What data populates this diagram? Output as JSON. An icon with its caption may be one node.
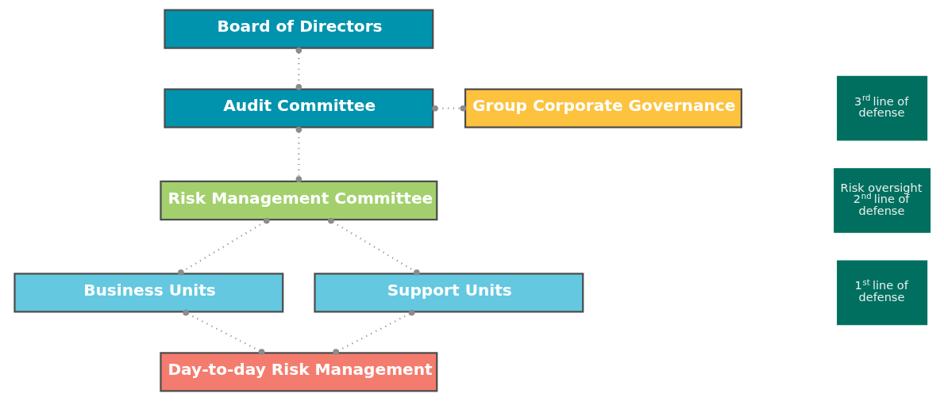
{
  "diagram": {
    "nodes": [
      {
        "text": [
          "Board of Directors"
        ]
      },
      {
        "text": [
          "Audit Committee"
        ]
      },
      {
        "text": [
          "Group Corporate Governance"
        ]
      },
      {
        "text": [
          "Risk Management Committee"
        ]
      },
      {
        "text": [
          "Business Units"
        ]
      },
      {
        "text": [
          "Support Units"
        ]
      },
      {
        "text": [
          "Day-to-day Risk Management"
        ]
      },
      {
        "text": [
          "3$^{rd}$ line of defense"
        ]
      },
      {
        "text": [
          "Risk oversight 2$^{nd}$ line of defense"
        ]
      },
      {
        "text": [
          "1$^{st}$ line of defense"
        ]
      }
    ],
    "edges": [
      {
        "from": 0,
        "to": 1,
        "arrow": "other"
      },
      {
        "from": 1,
        "to": 2,
        "arrow": "other"
      },
      {
        "from": 1,
        "to": 3,
        "arrow": "other"
      },
      {
        "from": 3,
        "to": 4,
        "arrow": "other"
      },
      {
        "from": 3,
        "to": 5,
        "arrow": "other"
      },
      {
        "from": 4,
        "to": 6,
        "arrow": "other"
      },
      {
        "from": 5,
        "to": 6,
        "arrow": "other"
      }
    ]
  }
}
